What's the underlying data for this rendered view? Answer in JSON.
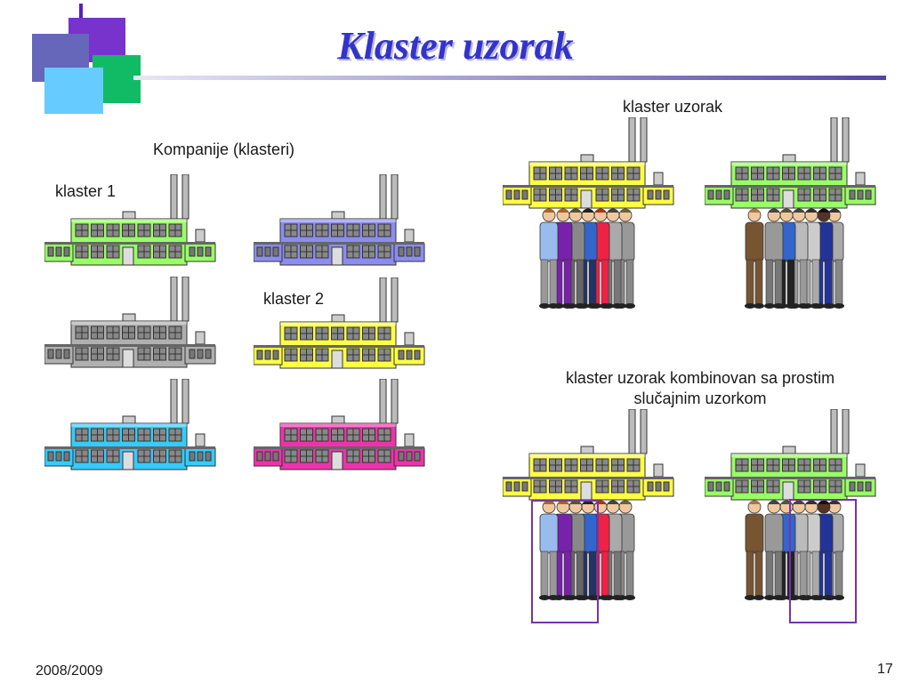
{
  "slide": {
    "title": "Klaster uzorak",
    "companies_label": "Kompanije (klasteri)",
    "cluster1_label": "klaster 1",
    "cluster2_label": "klaster 2",
    "cluster_sample_label": "klaster uzorak",
    "combined_label_line1": "klaster uzorak kombinovan sa prostim",
    "combined_label_line2": "slučajnim uzorkom",
    "footer_year": "2008/2009",
    "page_number": "17"
  },
  "colors": {
    "title": "#3333cc",
    "factory_green": "#99ff66",
    "factory_blue": "#8c8cf0",
    "factory_gray": "#b0b0b0",
    "factory_yellow": "#ffff44",
    "factory_cyan": "#33ccff",
    "factory_magenta": "#ee33aa",
    "selection_box": "#7733aa"
  },
  "icons": [
    "factory-icon",
    "people-group-icon",
    "decorative-squares-icon"
  ]
}
